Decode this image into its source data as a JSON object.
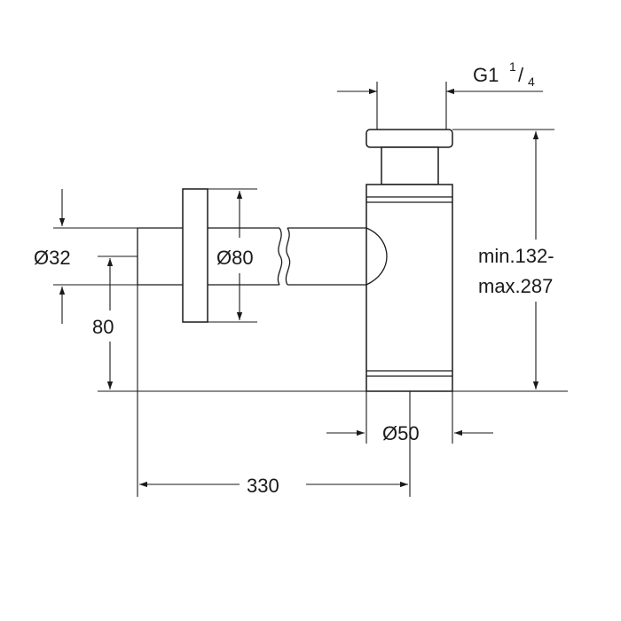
{
  "labels": {
    "thread": "G1",
    "thread_fraction_num": "1",
    "thread_fraction_den": "4",
    "height_line1": "min.132-",
    "height_line2": "max.287",
    "dia_pipe": "Ø32",
    "dia_rosette": "Ø80",
    "dia_body": "Ø50",
    "outlet_height": "80",
    "wall_distance": "330"
  }
}
